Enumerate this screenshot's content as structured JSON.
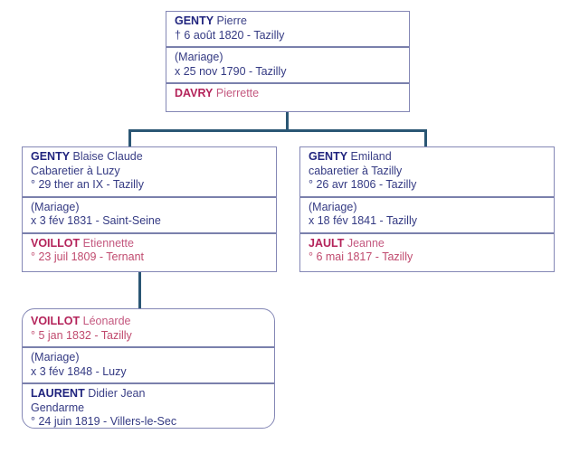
{
  "document": {
    "type": "genealogy-family-tree",
    "language": "fr",
    "symbols": {
      "birth": "°",
      "death": "†",
      "marriage": "x"
    }
  },
  "colors": {
    "male": "#20247e",
    "female": "#b4235a",
    "connector": "#2a5674",
    "box_border": "#8487b5",
    "separator": "#7a80ac",
    "background": "#ffffff"
  },
  "boxes": {
    "ancestor_couple": {
      "husband": {
        "surname": "GENTY",
        "given": "Pierre",
        "occupation": "",
        "event": "† 6 août 1820  - Tazilly"
      },
      "marriage": {
        "label": "(Mariage)",
        "event": "x 25 nov 1790  - Tazilly"
      },
      "wife": {
        "surname": "DAVRY",
        "given": "Pierrette",
        "occupation": "",
        "event": ""
      }
    },
    "child_left_couple": {
      "husband": {
        "surname": "GENTY",
        "given": "Blaise Claude",
        "occupation": "Cabaretier à Luzy",
        "event": "° 29 ther an IX  - Tazilly"
      },
      "marriage": {
        "label": "(Mariage)",
        "event": "x 3 fév 1831  - Saint-Seine"
      },
      "wife": {
        "surname": "VOILLOT",
        "given": "Etiennette",
        "occupation": "",
        "event": "° 23 juil 1809  - Ternant"
      }
    },
    "child_right_couple": {
      "husband": {
        "surname": "GENTY",
        "given": "Emiland",
        "occupation": "cabaretier à Tazilly",
        "event": "° 26 avr 1806  - Tazilly"
      },
      "marriage": {
        "label": "(Mariage)",
        "event": "x 18 fév 1841  - Tazilly"
      },
      "wife": {
        "surname": "JAULT",
        "given": "Jeanne",
        "occupation": "",
        "event": "° 6 mai 1817  - Tazilly"
      }
    },
    "grandchild_couple": {
      "wife": {
        "surname": "VOILLOT",
        "given": "Léonarde",
        "occupation": "",
        "event": "° 5 jan 1832  - Tazilly"
      },
      "marriage": {
        "label": "(Mariage)",
        "event": "x 3 fév 1848  - Luzy"
      },
      "husband": {
        "surname": "LAURENT",
        "given": "Didier Jean",
        "occupation": "Gendarme",
        "event": "° 24 juin 1819  - Villers-le-Sec"
      }
    }
  }
}
